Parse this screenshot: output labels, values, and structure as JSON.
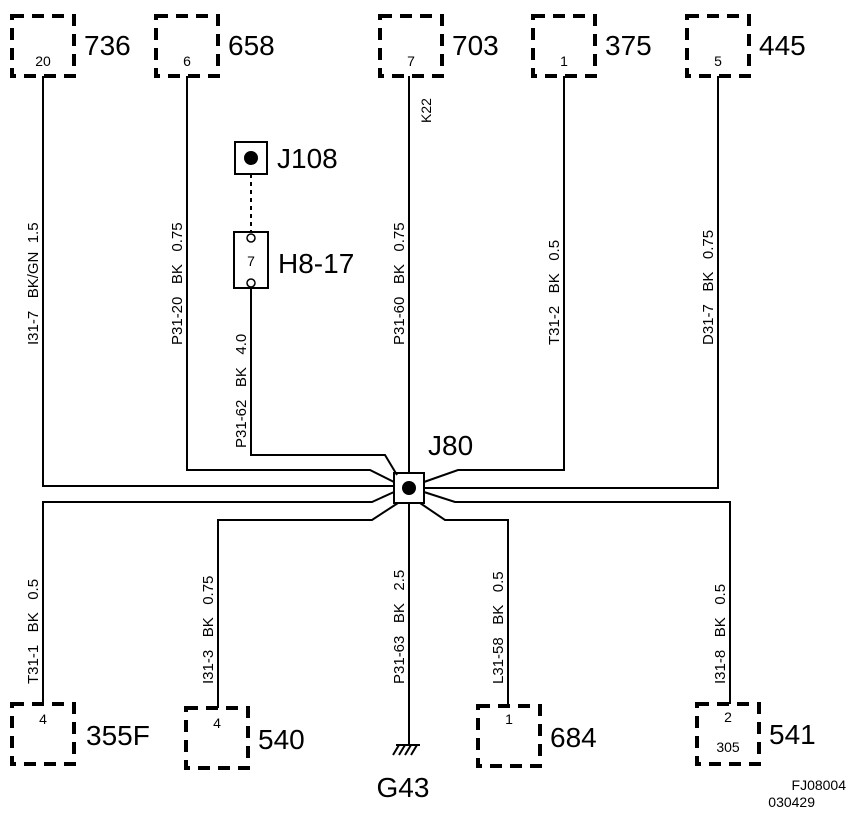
{
  "top_connectors": [
    {
      "pin": "20",
      "name": "736",
      "wire": "I31-7   BK/GN  1.5"
    },
    {
      "pin": "6",
      "name": "658",
      "wire": "P31-20   BK   0.75"
    },
    {
      "pin": "7",
      "name": "703",
      "wire_top": "K22",
      "wire": "P31-60   BK   0.75"
    },
    {
      "pin": "1",
      "name": "375",
      "wire": "T31-2   BK   0.5"
    },
    {
      "pin": "5",
      "name": "445",
      "wire": "D31-7   BK   0.75"
    }
  ],
  "j108": {
    "name": "J108"
  },
  "h8": {
    "pin": "7",
    "name": "H8-17",
    "wire": "P31-62   BK   4.0"
  },
  "splice": {
    "name": "J80"
  },
  "bottom_connectors": [
    {
      "pin": "4",
      "name": "355F",
      "wire": "T31-1   BK   0.5"
    },
    {
      "pin": "4",
      "name": "540",
      "wire": "I31-3   BK   0.75"
    },
    {
      "pin": "1",
      "name": "684",
      "wire": "L31-58   BK   0.5"
    },
    {
      "pin": "2",
      "pin2": "305",
      "name": "541",
      "wire": "I31-8   BK   0.5"
    }
  ],
  "ground": {
    "name": "G43",
    "wire": "P31-63   BK   2.5"
  },
  "figure_code": {
    "line1": "FJ08004",
    "line2": "030429"
  }
}
